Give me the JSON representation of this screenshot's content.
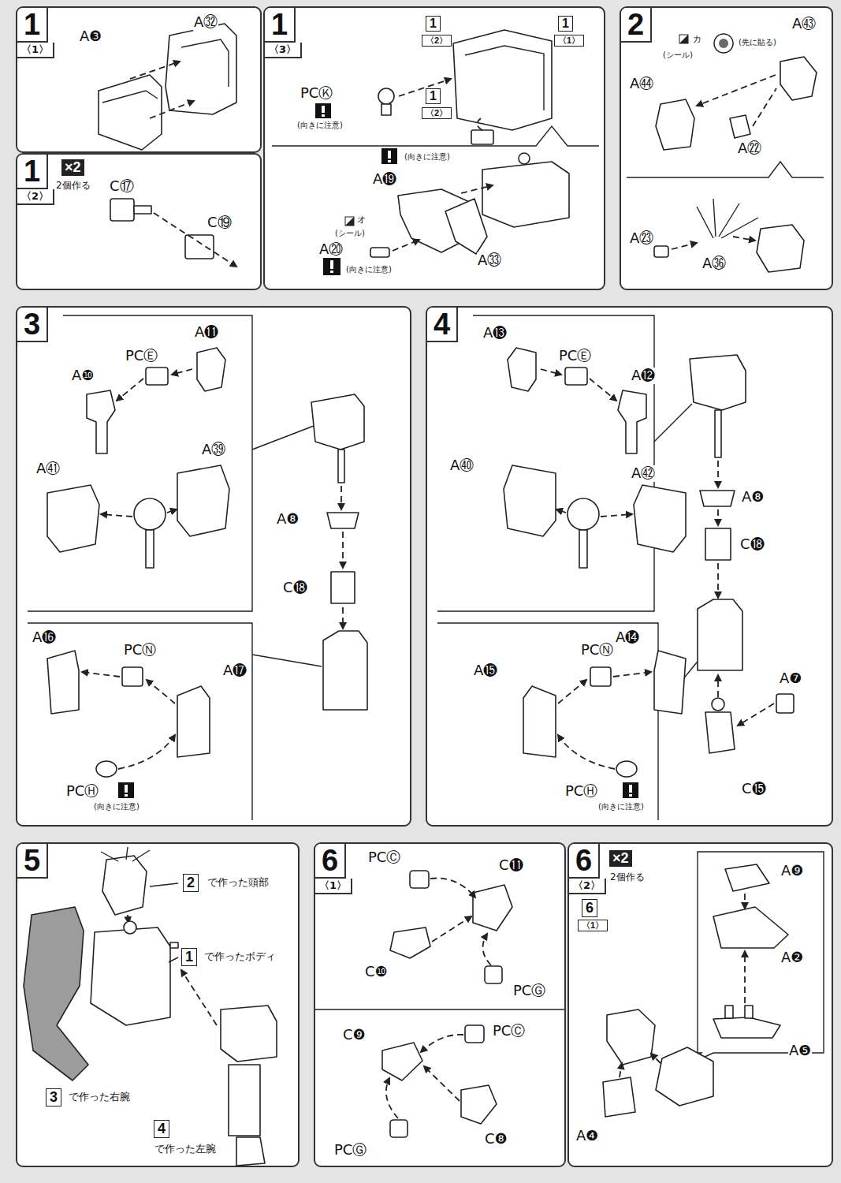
{
  "diagram": {
    "nodes": [
      {
        "text": [
          "1",
          "〈1〉"
        ]
      },
      {
        "text": [
          "1",
          "〈2〉"
        ]
      },
      {
        "text": [
          "1",
          "〈3〉"
        ]
      },
      {
        "text": [
          "2"
        ]
      },
      {
        "text": [
          "3"
        ]
      },
      {
        "text": [
          "4"
        ]
      },
      {
        "text": [
          "5"
        ]
      },
      {
        "text": [
          "6",
          "〈1〉"
        ]
      },
      {
        "text": [
          "6",
          "〈2〉"
        ]
      }
    ],
    "labels": [
      "A❸",
      "A㉜",
      "×2",
      "2個作る",
      "C⑰",
      "C⑲",
      "PCⓀ",
      "(向きに注意)",
      "1",
      "〈2〉",
      "1",
      "〈1〉",
      "1",
      "〈2〉",
      "(向きに注意)",
      "A⓳",
      "オ",
      "(シール)",
      "A⑳",
      "(向きに注意)",
      "A㉝",
      "カ",
      "(シール)",
      "(先に貼る)",
      "A㊸",
      "A㊹",
      "A㉒",
      "A㉓",
      "A㊱",
      "A⓫",
      "PCⒺ",
      "A❿",
      "A㊴",
      "A㊶",
      "A❽",
      "C⓲",
      "A⓰",
      "PCⓃ",
      "A⓱",
      "PCⒽ",
      "(向きに注意)",
      "A⓭",
      "PCⒺ",
      "A⓬",
      "A㊵",
      "A㊷",
      "A❽",
      "C⓲",
      "A⓮",
      "PCⓃ",
      "A⓯",
      "A❼",
      "PCⒽ",
      "(向きに注意)",
      "C⓯",
      "2",
      "で作った頭部",
      "1",
      "で作ったボディ",
      "3",
      "で作った右腕",
      "4",
      "で作った左腕",
      "PCⒸ",
      "C⓫",
      "C❿",
      "PCⒼ",
      "C❾",
      "PCⒸ",
      "PCⒼ",
      "C❽",
      "×2",
      "2個作る",
      "A❾",
      "A❷",
      "6",
      "〈1〉",
      "A❺",
      "A❹"
    ]
  }
}
